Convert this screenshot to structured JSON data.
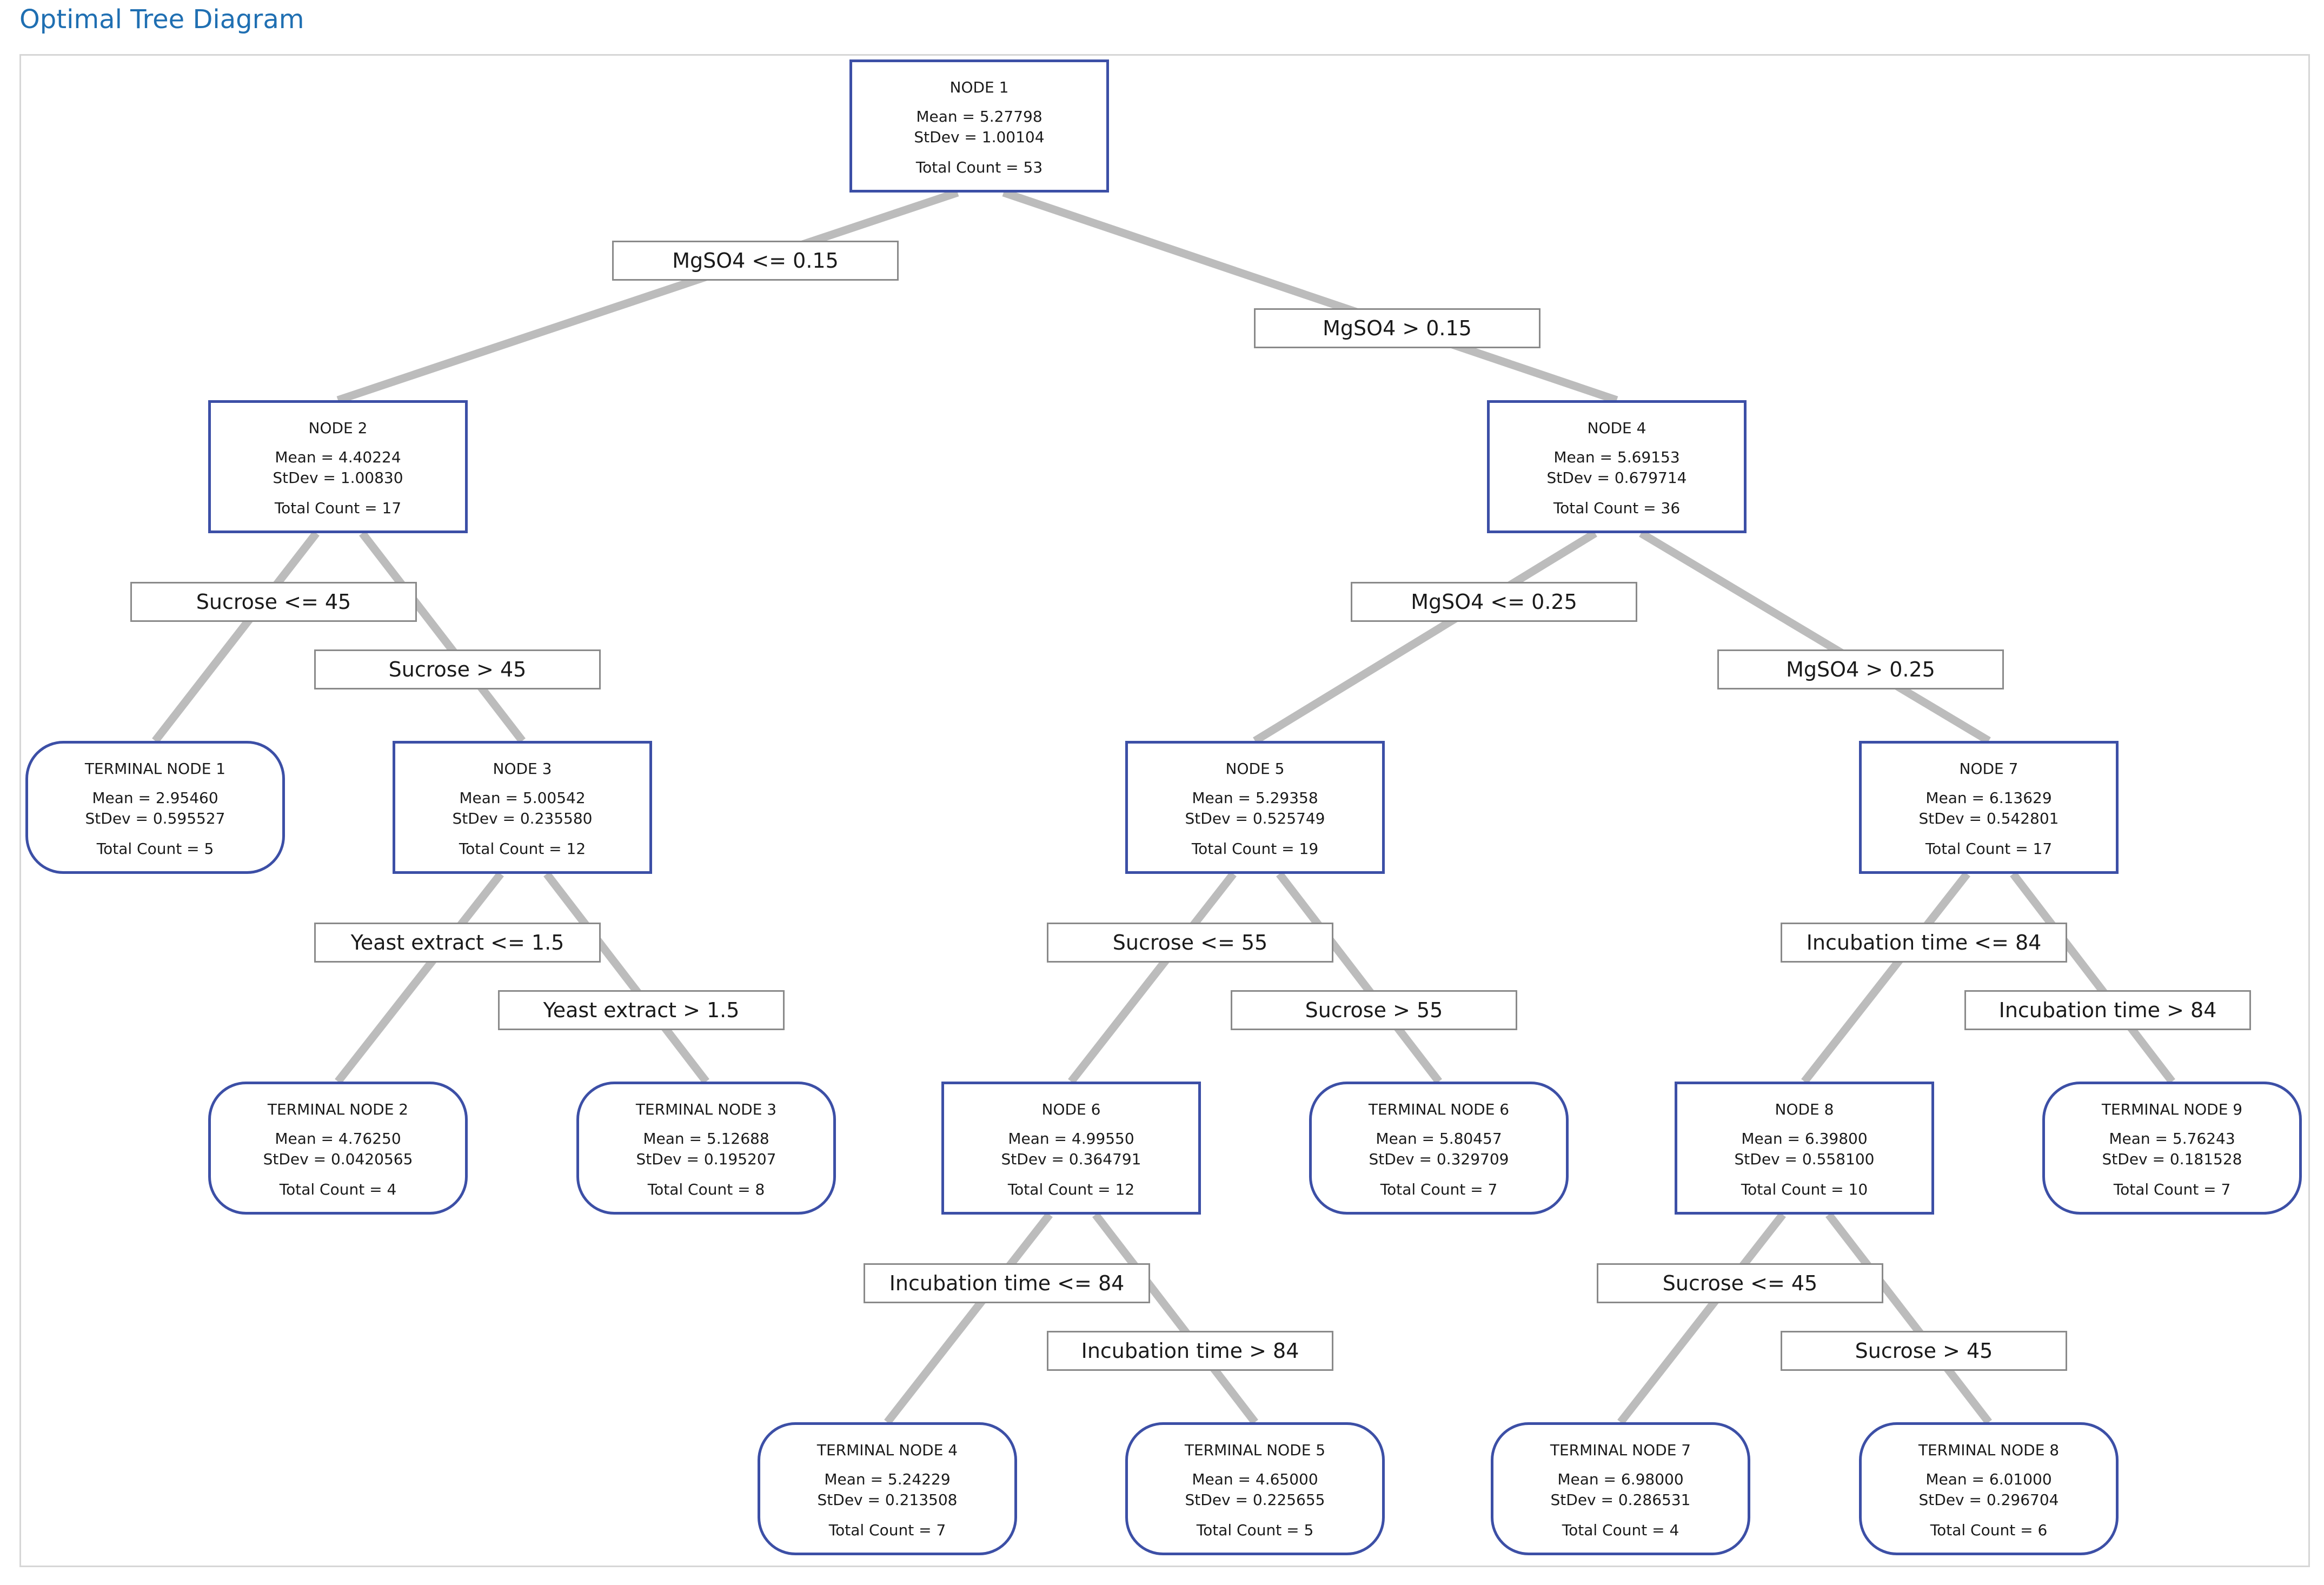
{
  "title": "Optimal Tree Diagram",
  "colors": {
    "title": "#1f6fb2",
    "node_border": "#3c4fa6",
    "edge": "#bcbcbc",
    "split_border": "#8a8a8a"
  },
  "nodes": [
    {
      "id": "n1",
      "name": "NODE 1",
      "mean": "Mean = 5.27798",
      "stdev": "StDev = 1.00104",
      "count": "Total Count = 53",
      "terminal": false
    },
    {
      "id": "n2",
      "name": "NODE 2",
      "mean": "Mean = 4.40224",
      "stdev": "StDev = 1.00830",
      "count": "Total Count = 17",
      "terminal": false
    },
    {
      "id": "n4",
      "name": "NODE 4",
      "mean": "Mean = 5.69153",
      "stdev": "StDev = 0.679714",
      "count": "Total Count = 36",
      "terminal": false
    },
    {
      "id": "t1",
      "name": "TERMINAL NODE 1",
      "mean": "Mean = 2.95460",
      "stdev": "StDev = 0.595527",
      "count": "Total Count = 5",
      "terminal": true
    },
    {
      "id": "n3",
      "name": "NODE 3",
      "mean": "Mean = 5.00542",
      "stdev": "StDev = 0.235580",
      "count": "Total Count = 12",
      "terminal": false
    },
    {
      "id": "n5",
      "name": "NODE 5",
      "mean": "Mean = 5.29358",
      "stdev": "StDev = 0.525749",
      "count": "Total Count = 19",
      "terminal": false
    },
    {
      "id": "n7",
      "name": "NODE 7",
      "mean": "Mean = 6.13629",
      "stdev": "StDev = 0.542801",
      "count": "Total Count = 17",
      "terminal": false
    },
    {
      "id": "t2",
      "name": "TERMINAL NODE 2",
      "mean": "Mean = 4.76250",
      "stdev": "StDev = 0.0420565",
      "count": "Total Count = 4",
      "terminal": true
    },
    {
      "id": "t3",
      "name": "TERMINAL NODE 3",
      "mean": "Mean = 5.12688",
      "stdev": "StDev = 0.195207",
      "count": "Total Count = 8",
      "terminal": true
    },
    {
      "id": "n6",
      "name": "NODE 6",
      "mean": "Mean = 4.99550",
      "stdev": "StDev = 0.364791",
      "count": "Total Count = 12",
      "terminal": false
    },
    {
      "id": "t6",
      "name": "TERMINAL NODE 6",
      "mean": "Mean = 5.80457",
      "stdev": "StDev = 0.329709",
      "count": "Total Count = 7",
      "terminal": true
    },
    {
      "id": "n8",
      "name": "NODE 8",
      "mean": "Mean = 6.39800",
      "stdev": "StDev = 0.558100",
      "count": "Total Count = 10",
      "terminal": false
    },
    {
      "id": "t9",
      "name": "TERMINAL NODE 9",
      "mean": "Mean = 5.76243",
      "stdev": "StDev = 0.181528",
      "count": "Total Count = 7",
      "terminal": true
    },
    {
      "id": "t4",
      "name": "TERMINAL NODE 4",
      "mean": "Mean = 5.24229",
      "stdev": "StDev = 0.213508",
      "count": "Total Count = 7",
      "terminal": true
    },
    {
      "id": "t5",
      "name": "TERMINAL NODE 5",
      "mean": "Mean = 4.65000",
      "stdev": "StDev = 0.225655",
      "count": "Total Count = 5",
      "terminal": true
    },
    {
      "id": "t7",
      "name": "TERMINAL NODE 7",
      "mean": "Mean = 6.98000",
      "stdev": "StDev = 0.286531",
      "count": "Total Count = 4",
      "terminal": true
    },
    {
      "id": "t8",
      "name": "TERMINAL NODE 8",
      "mean": "Mean = 6.01000",
      "stdev": "StDev = 0.296704",
      "count": "Total Count = 6",
      "terminal": true
    }
  ],
  "splits": [
    {
      "id": "s1",
      "from": "n1",
      "to": "n2",
      "label": "MgSO4 <= 0.15"
    },
    {
      "id": "s2",
      "from": "n1",
      "to": "n4",
      "label": "MgSO4 > 0.15"
    },
    {
      "id": "s3",
      "from": "n2",
      "to": "t1",
      "label": "Sucrose <= 45"
    },
    {
      "id": "s4",
      "from": "n2",
      "to": "n3",
      "label": "Sucrose > 45"
    },
    {
      "id": "s5",
      "from": "n4",
      "to": "n5",
      "label": "MgSO4 <= 0.25"
    },
    {
      "id": "s6",
      "from": "n4",
      "to": "n7",
      "label": "MgSO4 > 0.25"
    },
    {
      "id": "s7",
      "from": "n3",
      "to": "t2",
      "label": "Yeast extract <= 1.5"
    },
    {
      "id": "s8",
      "from": "n3",
      "to": "t3",
      "label": "Yeast extract > 1.5"
    },
    {
      "id": "s9",
      "from": "n5",
      "to": "n6",
      "label": "Sucrose <= 55"
    },
    {
      "id": "s10",
      "from": "n5",
      "to": "t6",
      "label": "Sucrose > 55"
    },
    {
      "id": "s11",
      "from": "n7",
      "to": "n8",
      "label": "Incubation time <= 84"
    },
    {
      "id": "s12",
      "from": "n7",
      "to": "t9",
      "label": "Incubation time > 84"
    },
    {
      "id": "s13",
      "from": "n6",
      "to": "t4",
      "label": "Incubation time <= 84"
    },
    {
      "id": "s14",
      "from": "n6",
      "to": "t5",
      "label": "Incubation time > 84"
    },
    {
      "id": "s15",
      "from": "n8",
      "to": "t7",
      "label": "Sucrose <= 45"
    },
    {
      "id": "s16",
      "from": "n8",
      "to": "t8",
      "label": "Sucrose > 45"
    }
  ]
}
